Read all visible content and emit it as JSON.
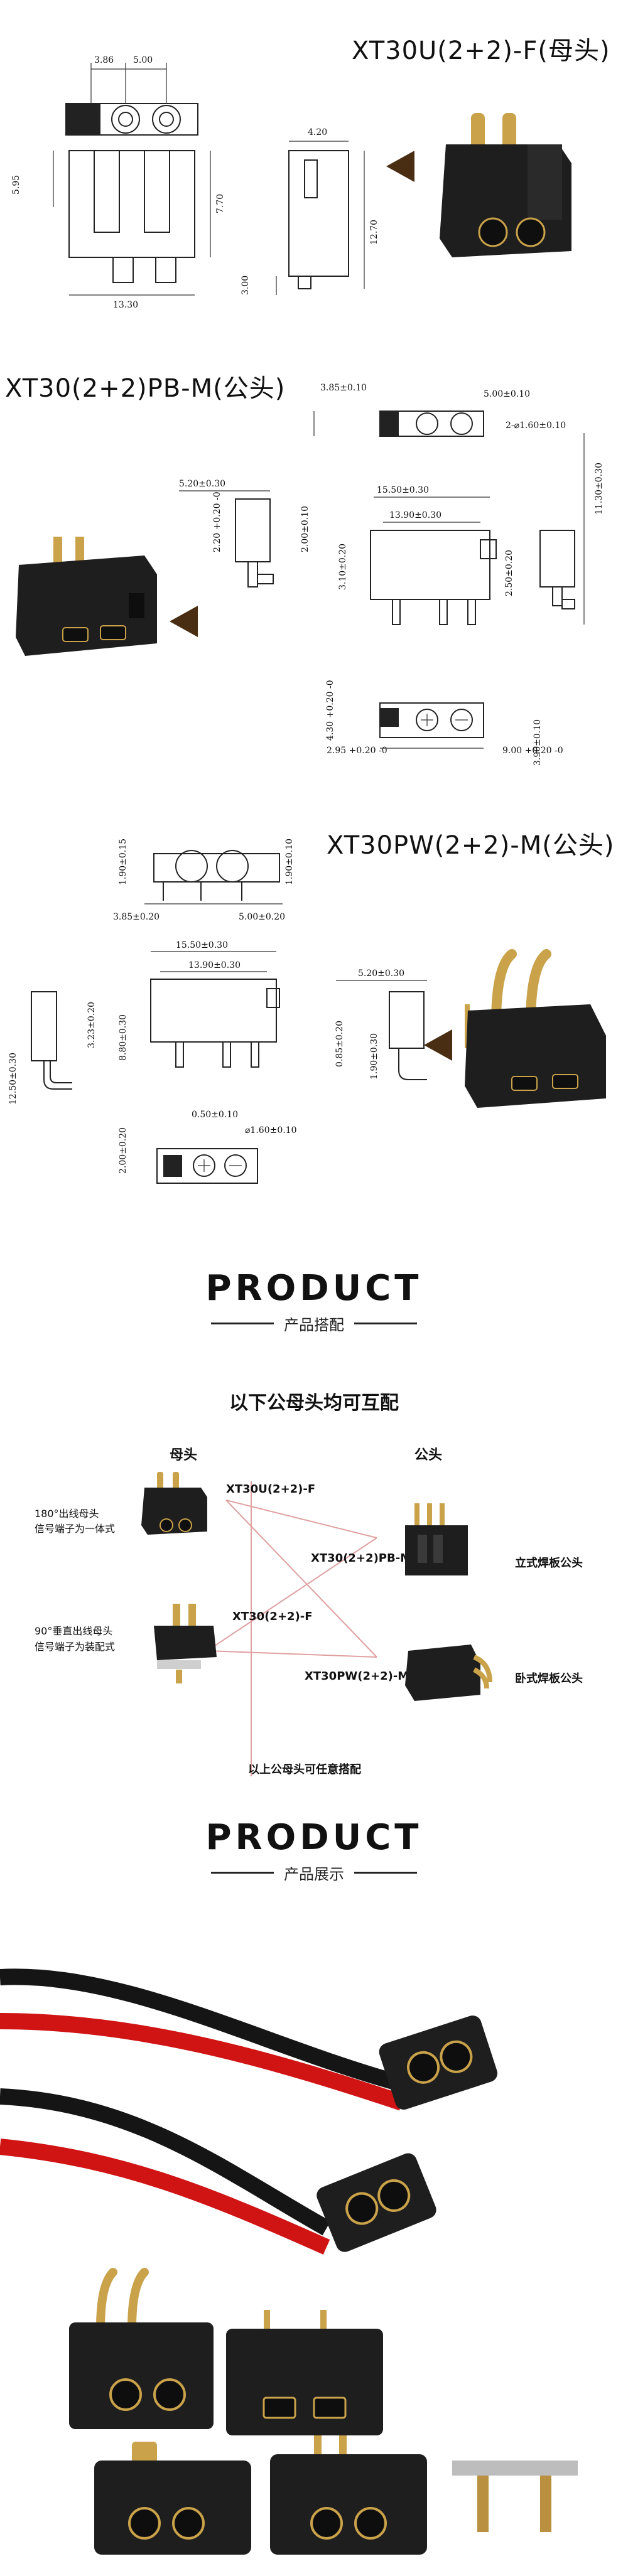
{
  "section1": {
    "title": "XT30U(2+2)-F(母头)",
    "dims": [
      "3.86",
      "5.00",
      "4.20",
      "5.95",
      "7.70",
      "12.70",
      "3.00",
      "13.30"
    ]
  },
  "section2": {
    "title": "XT30(2+2)PB-M(公头)",
    "dims": [
      "3.85±0.10",
      "5.00±0.10",
      "2-⌀1.60±0.10",
      "2.00±0.10",
      "5.20±0.30",
      "2.20 +0.20 -0",
      "15.50±0.30",
      "13.90±0.30",
      "3.10±0.20",
      "2.50±0.20",
      "11.30±0.30",
      "3.90±0.10",
      "4.30 +0.20 -0",
      "2.95 +0.20 -0",
      "9.00 +0.20 -0"
    ]
  },
  "section3": {
    "title": "XT30PW(2+2)-M(公头)",
    "dims": [
      "1.90±0.15",
      "1.90±0.10",
      "3.85±0.20",
      "5.00±0.20",
      "15.50±0.30",
      "13.90±0.30",
      "5.20±0.30",
      "12.50±0.30",
      "3.23±0.20",
      "8.80±0.30",
      "0.85±0.20",
      "1.90±0.30",
      "0.50±0.10",
      "⌀1.60±0.10",
      "2.00±0.20"
    ]
  },
  "product1": {
    "title": "PRODUCT",
    "subtitle": "产品搭配"
  },
  "mating": {
    "title": "以下公母头均可互配",
    "female_header": "母头",
    "male_header": "公头",
    "f1_name": "XT30U(2+2)-F",
    "f1_desc_1": "180°出线母头",
    "f1_desc_2": "信号端子为一体式",
    "f2_name": "XT30(2+2)-F",
    "f2_desc_1": "90°垂直出线母头",
    "f2_desc_2": "信号端子为装配式",
    "m1_name": "XT30(2+2)PB-M",
    "m1_desc": "立式焊板公头",
    "m2_name": "XT30PW(2+2)-M",
    "m2_desc": "卧式焊板公头",
    "footer": "以上公母头可任意搭配"
  },
  "product2": {
    "title": "PRODUCT",
    "subtitle": "产品展示"
  },
  "colors": {
    "body": "#1e1e1e",
    "gold": "#c9a24a",
    "red_wire": "#d01414",
    "black_wire": "#151515",
    "arrow": "#4a2e14"
  }
}
